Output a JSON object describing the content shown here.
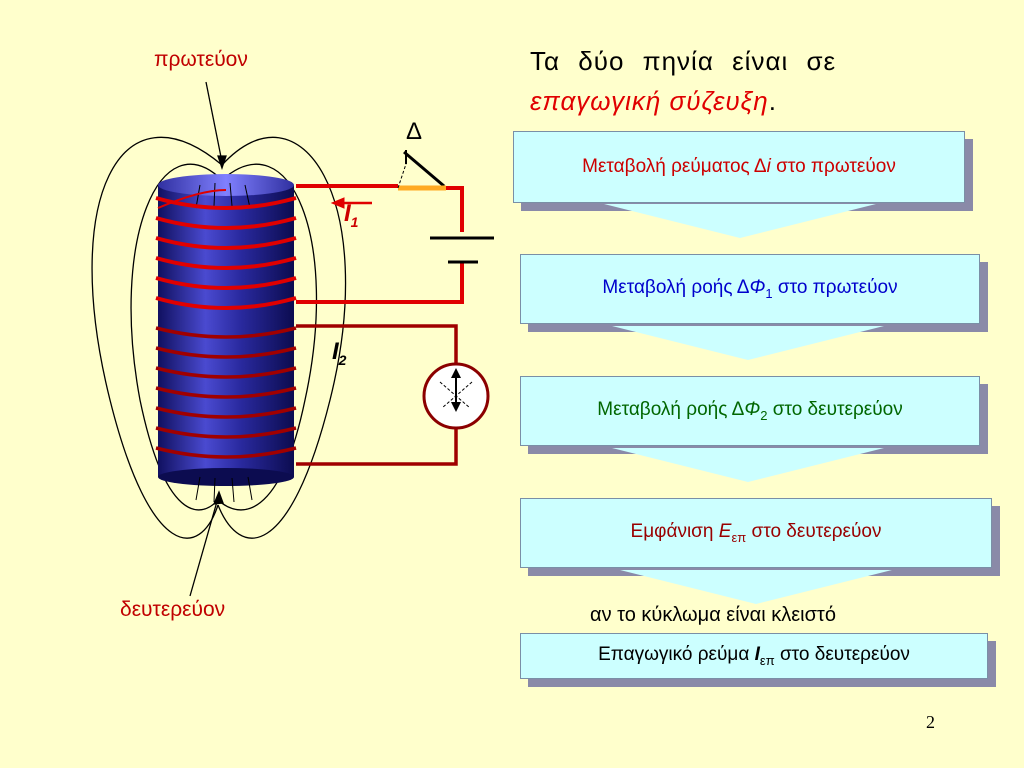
{
  "diagram": {
    "primary_label": "πρωτεύον",
    "secondary_label": "δευτερεύον",
    "switch_label": "Δ",
    "current1": {
      "symbol": "I",
      "subscript": "1"
    },
    "current2": {
      "symbol": "I",
      "subscript": "2"
    }
  },
  "title": {
    "line1": "Τα δύο πηνία είναι σε",
    "line2_emphasis": "επαγωγική σύζευξη",
    "line2_end": "."
  },
  "flow": [
    {
      "pre": "Μεταβολή ρεύματος Δ",
      "sym": "i",
      "sub": "",
      "post": " στο πρωτεύον",
      "color": "#cc0000"
    },
    {
      "pre": "Μεταβολή ροής Δ",
      "sym": "Φ",
      "sub": "1",
      "post": "  στο πρωτεύον",
      "color": "#0000cc"
    },
    {
      "pre": "Μεταβολή ροής Δ",
      "sym": "Φ",
      "sub": "2",
      "post": "  στο δευτερεύον",
      "color": "#006600"
    },
    {
      "pre": "Εμφάνιση ",
      "sym": "E",
      "sub": "επ",
      "post": "  στο δευτερεύον",
      "color": "#990000"
    },
    {
      "pre": "Επαγωγικό ρεύμα ",
      "sym": "I",
      "sub": "επ",
      "post": " στο δευτερεύον",
      "color": "#000000"
    }
  ],
  "condition_note": "αν το κύκλωμα είναι κλειστό",
  "page_number": "2",
  "colors": {
    "background": "#ffffcc",
    "box_fill": "#ccffff",
    "coil_primary": "#e00000",
    "coil_secondary": "#a00000",
    "core": "#1a1a80"
  }
}
